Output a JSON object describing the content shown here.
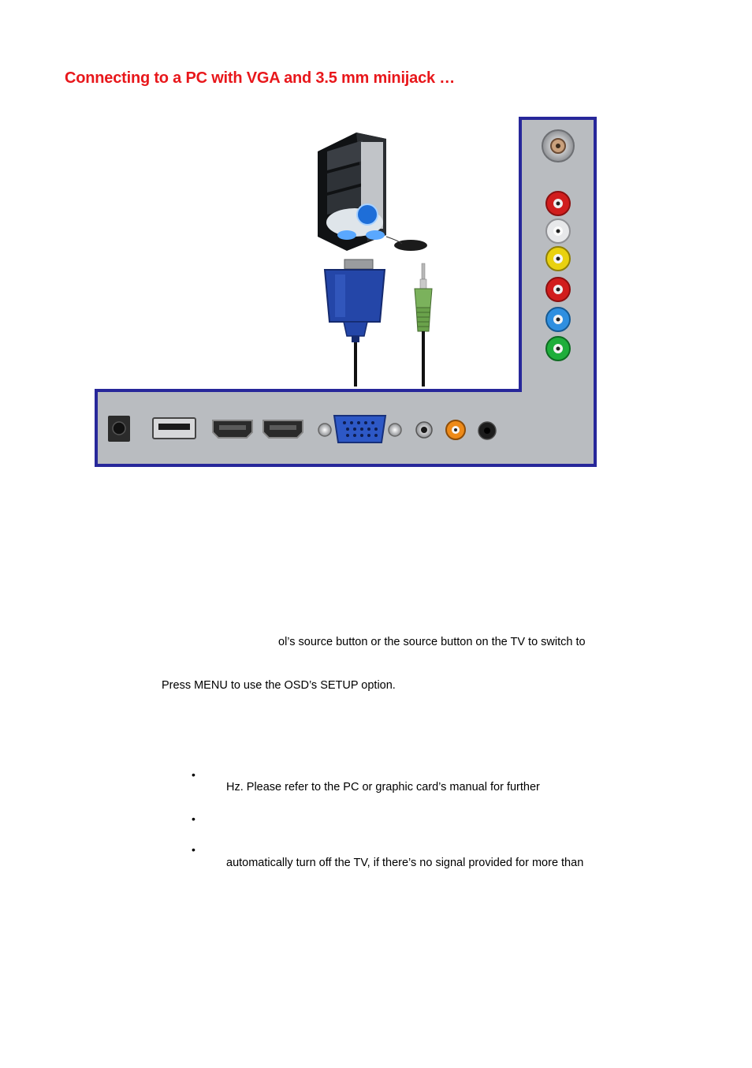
{
  "heading": "Connecting to a PC with VGA and 3.5 mm minijack …",
  "figure": {
    "pc_icon": "desktop-pc-icon",
    "vga_cable": "vga-cable-icon",
    "audio_cable": "minijack-cable-icon",
    "panel_color": "#b9bcc0",
    "panel_border": "#27279a"
  },
  "text": {
    "line_source": "ol’s source button or the source button on the TV to switch to",
    "line_menu": "Press MENU to use the OSD’s SETUP option.",
    "bullets": [
      {
        "mark": "•",
        "line2": "Hz.  Please refer to the PC or graphic card’s manual for further"
      },
      {
        "mark": "•",
        "line2": ""
      },
      {
        "mark": "•",
        "line2": "automatically turn off the TV, if there’s no signal provided for more than"
      }
    ]
  }
}
